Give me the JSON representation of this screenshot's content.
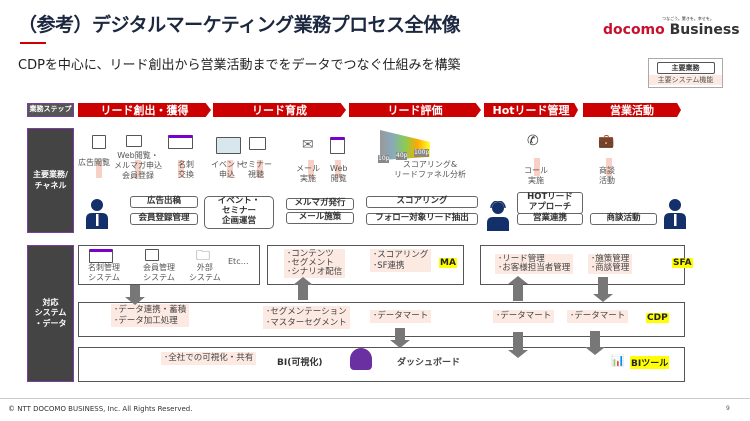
{
  "title": "（参考）デジタルマーケティング業務プロセス全体像",
  "logo": {
    "tagline": "つなごう。驚きを。幸せを。",
    "brand_d": "docomo",
    "brand_b": " Business"
  },
  "subtitle": "CDPを中心に、リード創出から営業活動までをデータでつなぐ仕組みを構築",
  "legend": {
    "main_work": "主要業務",
    "main_system": "主要システム機能"
  },
  "steps": {
    "label": "業務ステップ",
    "items": [
      "リード創出・獲得",
      "リード育成",
      "リード評価",
      "Hotリード管理",
      "営業活動"
    ]
  },
  "channels": {
    "label": "主要業務/\nチャネル",
    "acts": [
      "広告閲覧",
      "Web閲覧・\nメルマガ申込\n会員登録",
      "名刺\n交換",
      "イベント\n申込",
      "セミナー\n視聴",
      "メール\n実施",
      "Web\n閲覧",
      "スコアリング&\nリードファネル分析",
      "コール\n実施",
      "商談\n活動"
    ],
    "funnel": [
      "10p",
      "40p",
      "100p"
    ],
    "tasks": [
      "広告出稿",
      "会員登録管理",
      "イベント・\nセミナー\n企画運営",
      "メルマガ発行",
      "メール施策",
      "スコアリング",
      "フォロー対象リード抽出",
      "HOTリード\nアプローチ",
      "営業連携",
      "商談活動"
    ]
  },
  "systems": {
    "label": "対応\nシステム\n・データ",
    "sources": [
      "名刺管理\nシステム",
      "会員管理\nシステム",
      "外部\nシステム",
      "Etc…"
    ],
    "ma_items1": "･コンテンツ\n･セグメント\n･シナリオ配信",
    "ma_items2": "･スコアリング\n･SF連携",
    "ma": "MA",
    "sfa_items1": "･リード管理\n･お客様担当者管理",
    "sfa_items2": "･施策管理\n･商談管理",
    "sfa": "SFA",
    "cdp_items1": "･データ連携・蓄積\n･データ加工処理",
    "cdp_items2": "･セグメンテーション\n･マスターセグメント",
    "cdp_mart": "･データマート",
    "cdp": "CDP",
    "bi_items": "･全社での可視化・共有",
    "bi_label": "BI(可視化)",
    "dashboard": "ダッシュボード",
    "bi_tool": "BIツール"
  },
  "footer": "© NTT DOCOMO BUSINESS, Inc. All Rights Reserved.",
  "page": "9"
}
